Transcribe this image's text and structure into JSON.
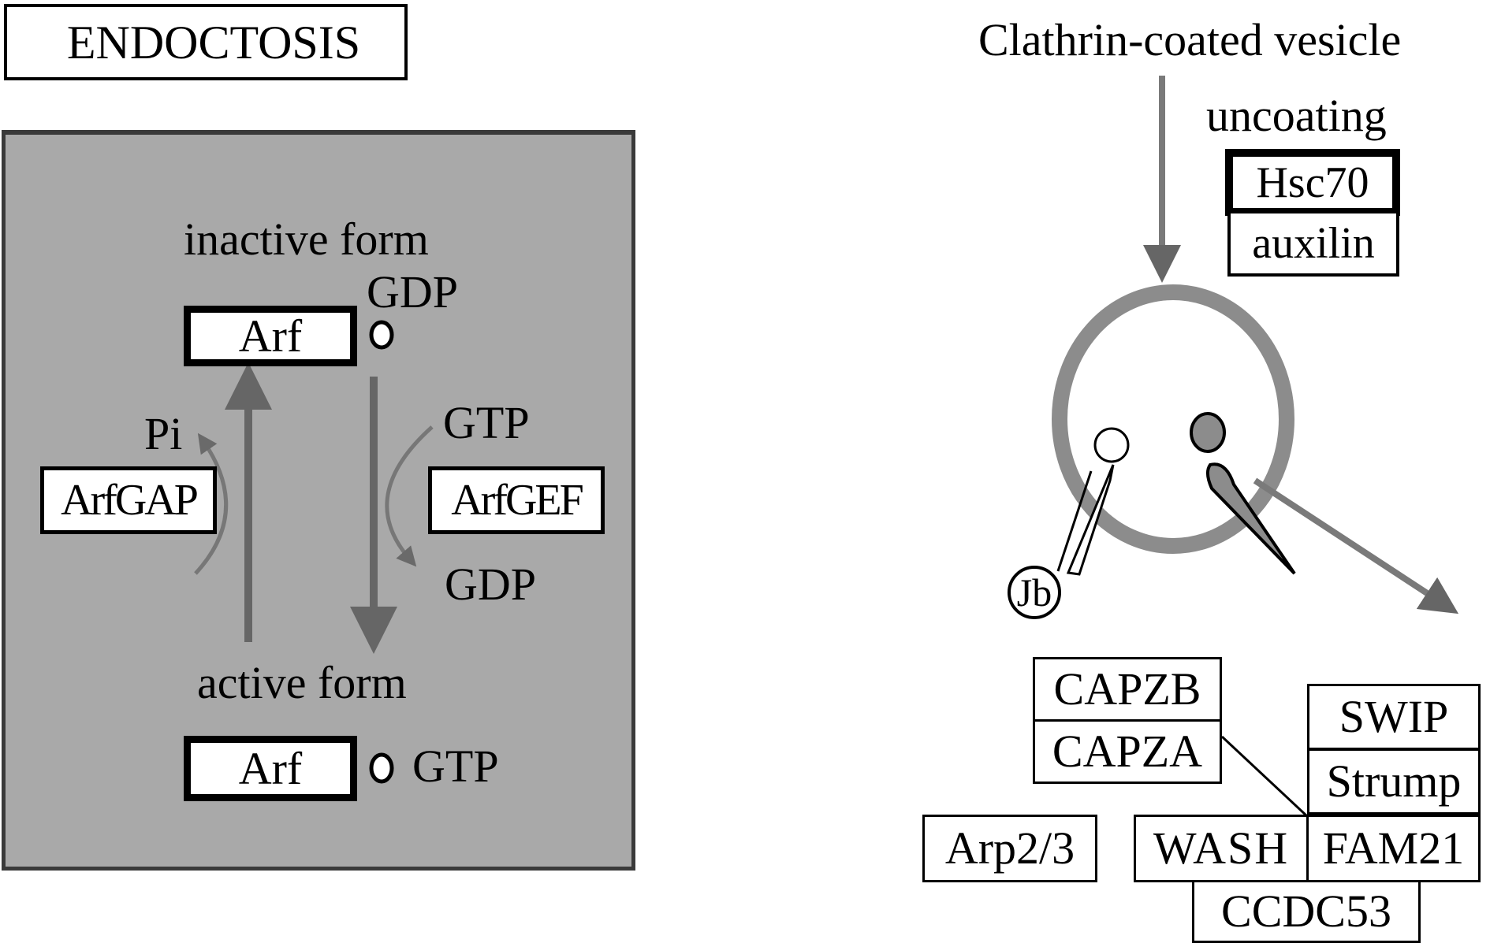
{
  "title": "ENDOCTOSIS",
  "arf_cycle": {
    "inactive_label": "inactive form",
    "active_label": "active form",
    "arf_inactive": {
      "protein": "Arf",
      "nucleotide": "GDP"
    },
    "arf_active": {
      "protein": "Arf",
      "nucleotide": "GTP"
    },
    "gap": {
      "label": "ArfGAP",
      "product": "Pi"
    },
    "gef": {
      "label": "ArfGEF",
      "input": "GTP",
      "output": "GDP"
    },
    "colors": {
      "panel_bg": "#a9a9a9",
      "arrow": "#666666",
      "box_bg": "#ffffff"
    }
  },
  "vesicle": {
    "title": "Clathrin-coated vesicle",
    "uncoating_label": "uncoating",
    "uncoating_proteins": [
      "Hsc70",
      "auxilin"
    ],
    "jb_label": "Jb",
    "colors": {
      "membrane": "#8c8c8c",
      "arrow": "#7a7a7a"
    }
  },
  "complexes": {
    "capping_protein": [
      "CAPZB",
      "CAPZA"
    ],
    "arp": "Arp2/3",
    "wash_complex": {
      "swip": "SWIP",
      "strump": "Strump",
      "wash": "WASH",
      "fam21": "FAM21",
      "ccdc53": "CCDC53"
    }
  }
}
